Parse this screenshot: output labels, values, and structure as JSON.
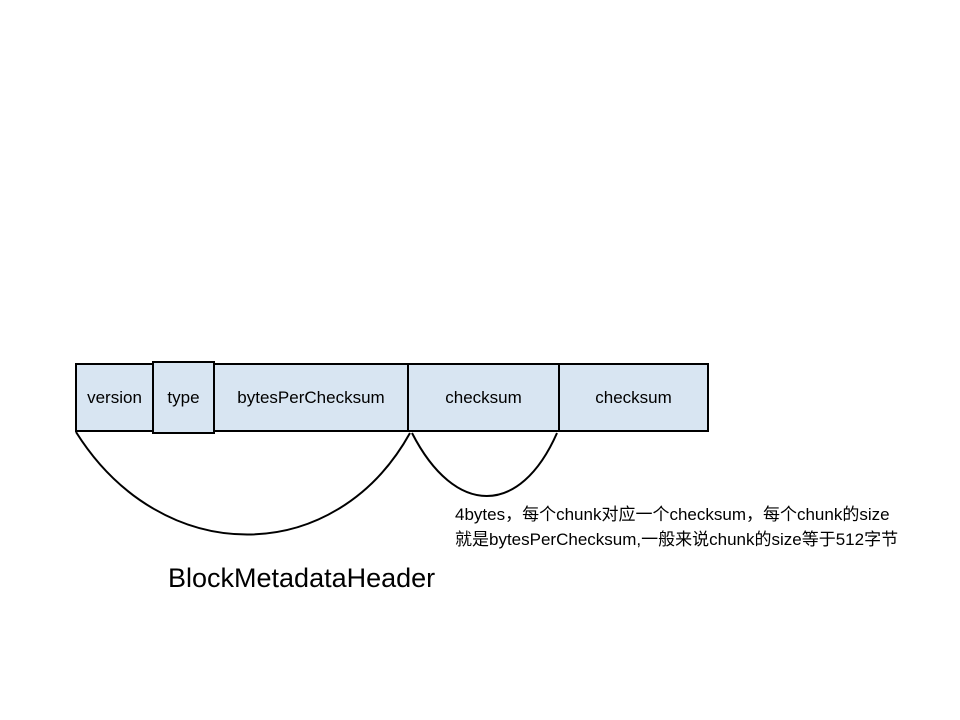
{
  "diagram": {
    "cells": [
      "version",
      "type",
      "bytesPerChecksum",
      "checksum",
      "checksum"
    ],
    "caption": "BlockMetadataHeader",
    "annotation": {
      "line1": "4bytes，每个chunk对应一个checksum，每个chunk的size",
      "line2": "就是bytesPerChecksum,一般来说chunk的size等于512字节"
    },
    "colors": {
      "cell_fill": "#d8e5f2",
      "cell_border": "#000000",
      "text": "#000000",
      "background": "#ffffff"
    }
  }
}
